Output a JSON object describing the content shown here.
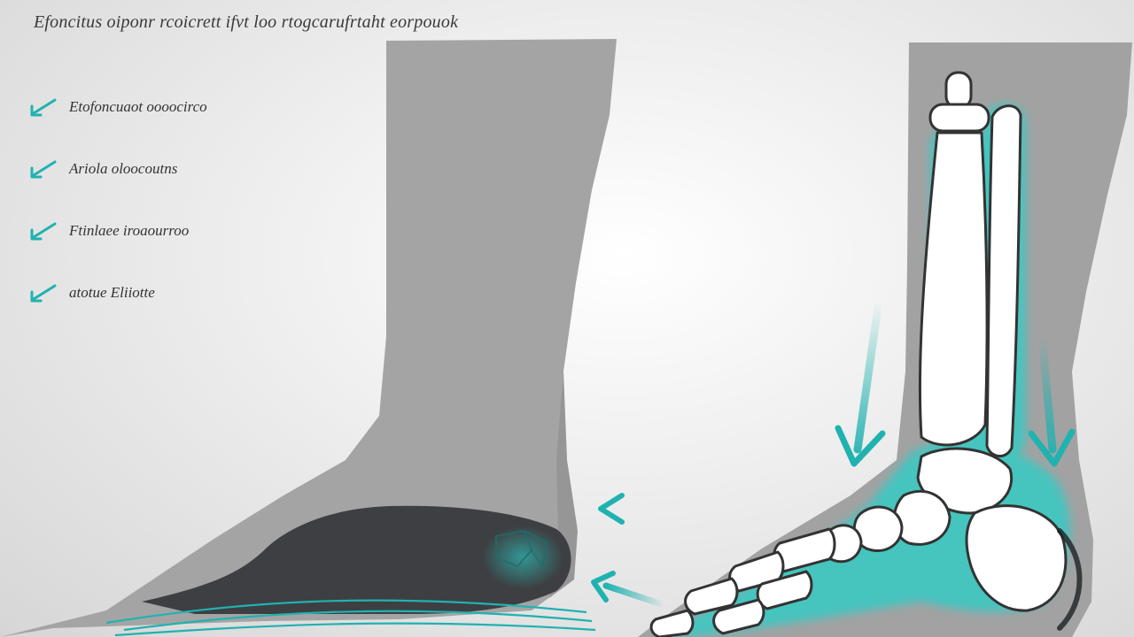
{
  "title": "Efoncitus oiponr rcoicrett ifvt loo rtogcarufrtaht eorpouok",
  "legend": {
    "items": [
      {
        "label": "Etofoncuaot oooocirco",
        "icon": "teal-arrow-icon"
      },
      {
        "label": "Ariola oloocoutns",
        "icon": "teal-arrow-icon"
      },
      {
        "label": "Ftinlaee iroaourroo",
        "icon": "teal-arrow-icon"
      },
      {
        "label": "atotue  Eliiotte",
        "icon": "teal-arrow-icon"
      }
    ]
  },
  "colors": {
    "accent": "#20b2b0",
    "leg": "#9e9e9e",
    "insole": "#3d3f42",
    "bone": "#ffffff",
    "bone_outline": "#333333",
    "glow": "#3cc8c2"
  }
}
